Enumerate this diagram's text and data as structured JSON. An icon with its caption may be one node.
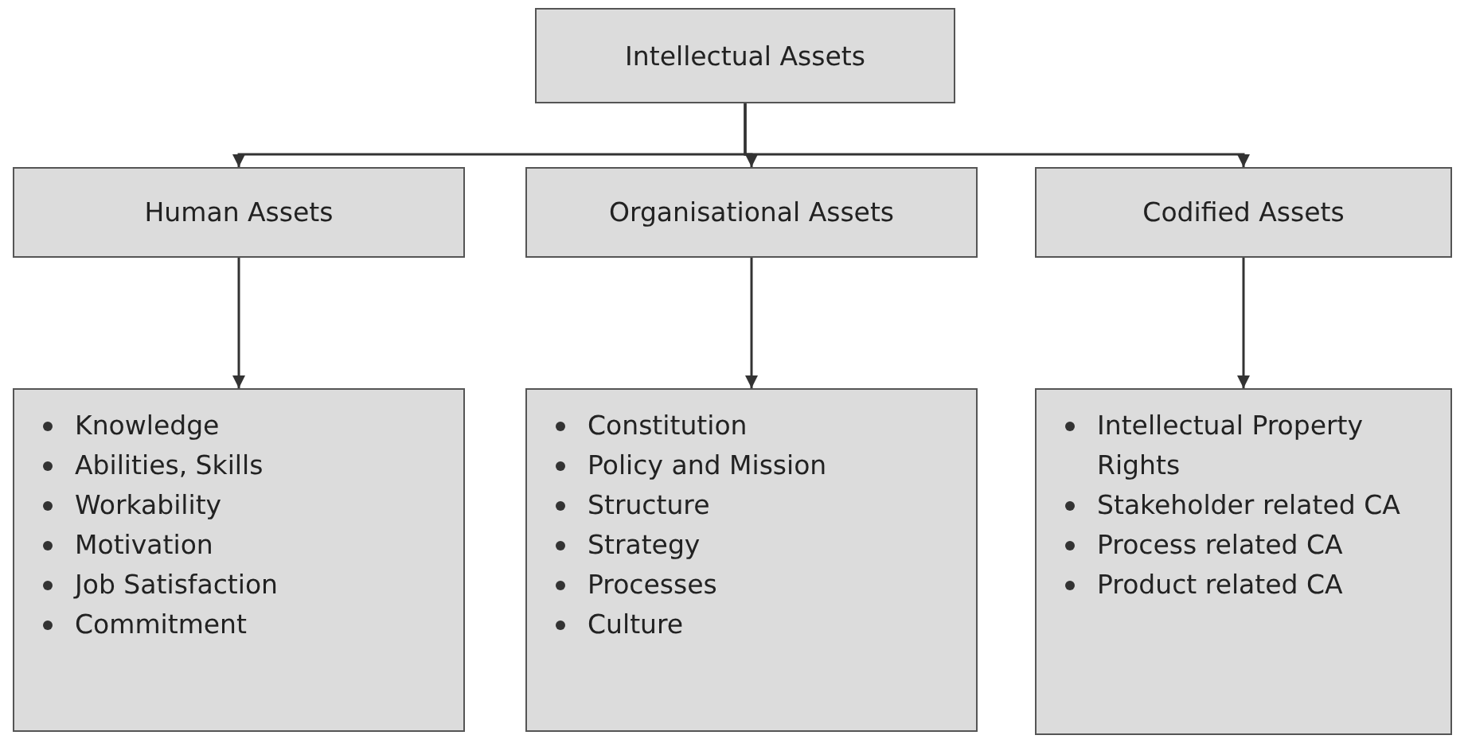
{
  "diagram": {
    "nodes": [
      {
        "text": [
          "Intellectual Assets"
        ]
      },
      {
        "text": [
          "Human Assets"
        ]
      },
      {
        "text": [
          "Organisational Assets"
        ]
      },
      {
        "text": [
          "Codified Assets"
        ]
      },
      {
        "text": [
          "Knowledge",
          "Abilities, Skills",
          "Workability",
          "Motivation",
          "Job Satisfaction",
          "Commitment"
        ]
      },
      {
        "text": [
          "Constitution",
          "Policy and Mission",
          "Structure",
          "Strategy",
          "Processes",
          "Culture"
        ]
      },
      {
        "text": [
          "Intellectual Property Rights",
          "Stakeholder related CA",
          "Process related CA",
          "Product related CA"
        ]
      }
    ],
    "edges": [
      {
        "from": 0,
        "to": 1,
        "arrow": "to"
      },
      {
        "from": 0,
        "to": 2,
        "arrow": "to"
      },
      {
        "from": 0,
        "to": 3,
        "arrow": "to"
      },
      {
        "from": 1,
        "to": 4,
        "arrow": "to"
      },
      {
        "from": 2,
        "to": 5,
        "arrow": "to"
      },
      {
        "from": 3,
        "to": 6,
        "arrow": "to"
      }
    ]
  }
}
